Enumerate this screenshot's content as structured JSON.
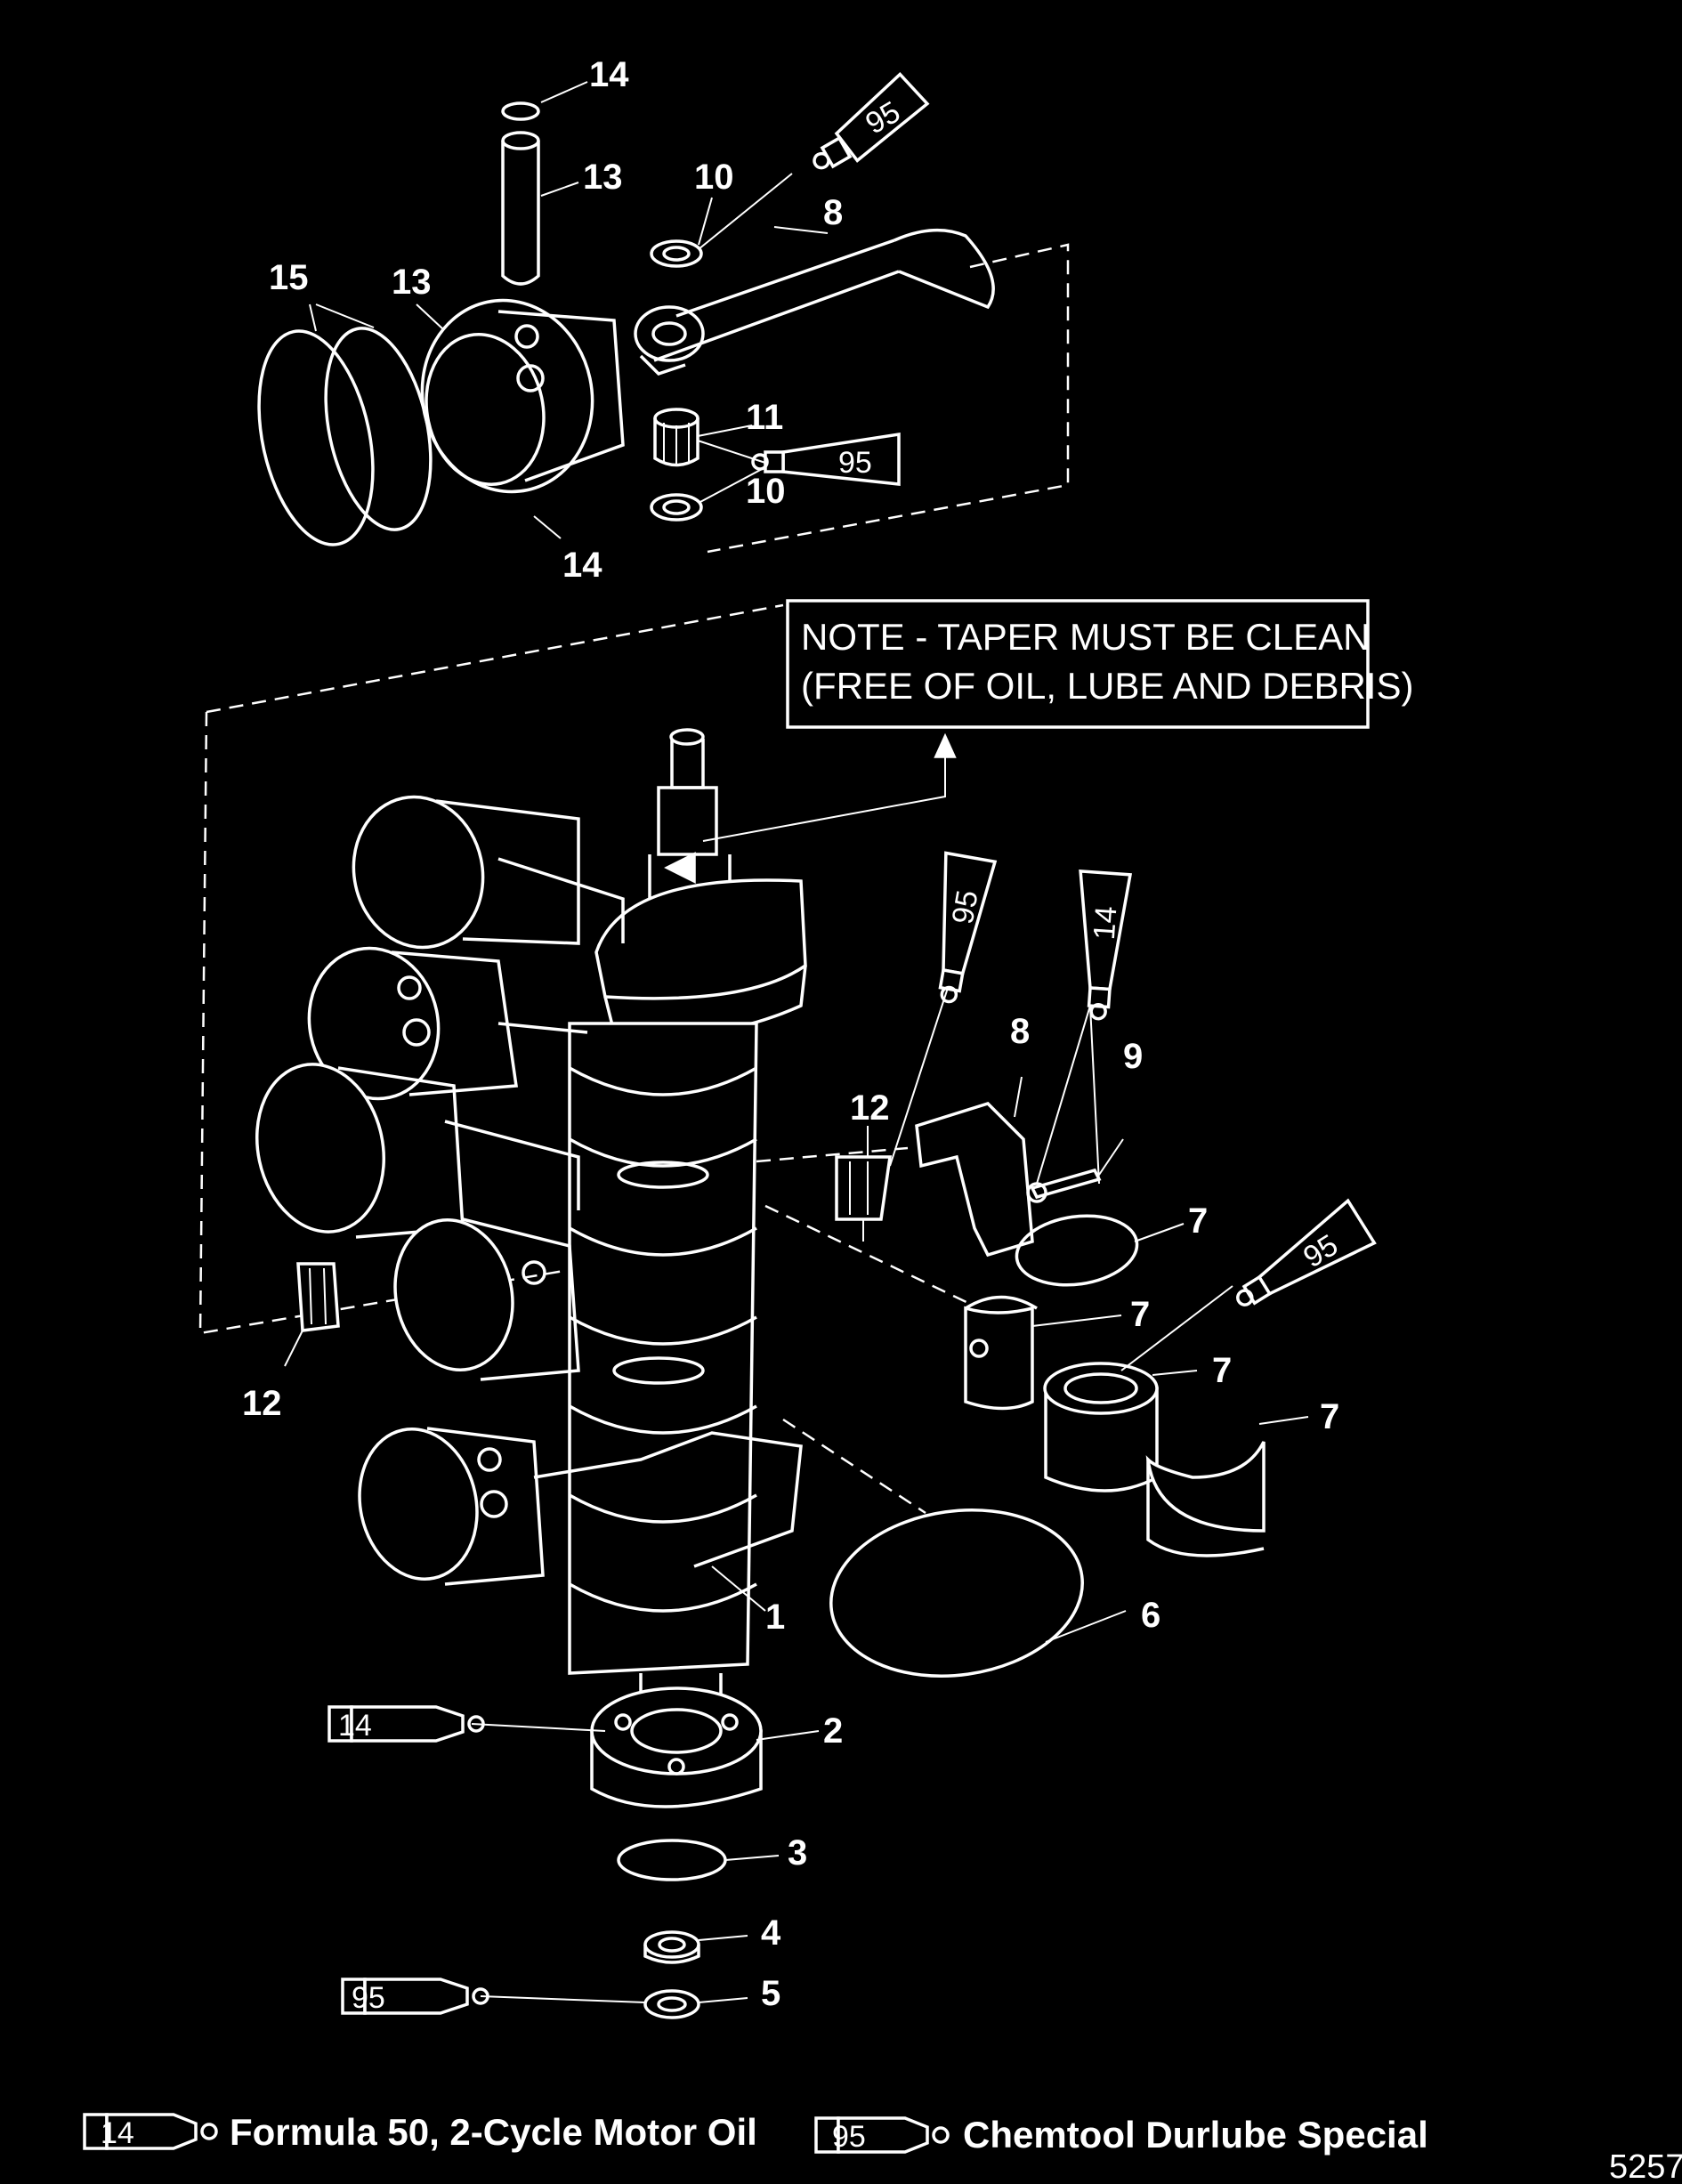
{
  "note": {
    "line1": "NOTE - TAPER MUST BE CLEAN",
    "line2": "(FREE OF OIL, LUBE AND DEBRIS)"
  },
  "callouts": {
    "ring_14_top": "14",
    "pin_13": "13",
    "washer_10_top": "10",
    "rod_8_top": "8",
    "rings_15": "15",
    "piston_13": "13",
    "bearing_11": "11",
    "washer_10_bottom": "10",
    "ring_14_bottom": "14",
    "cage_12_upper": "12",
    "rod_cap_8": "8",
    "bolt_9": "9",
    "ring_7_a": "7",
    "race_7_b": "7",
    "bearing_7_c": "7",
    "race_7_d": "7",
    "cage_12_lower": "12",
    "crankshaft_1": "1",
    "ring_6": "6",
    "ball_bearing_2": "2",
    "snap_ring_3": "3",
    "seal_4": "4",
    "seal_5": "5"
  },
  "tubes": {
    "t95_top": "95",
    "t95_pin": "95",
    "t95_rod": "95",
    "t14_bolt": "14",
    "t95_bearing": "95",
    "t14_ball": "14",
    "t95_seal": "95"
  },
  "legend": {
    "item1_code": "14",
    "item1_text": "Formula 50, 2-Cycle Motor Oil",
    "item2_code": "95",
    "item2_text": "Chemtool Durlube Special"
  },
  "figure_id": "5257"
}
